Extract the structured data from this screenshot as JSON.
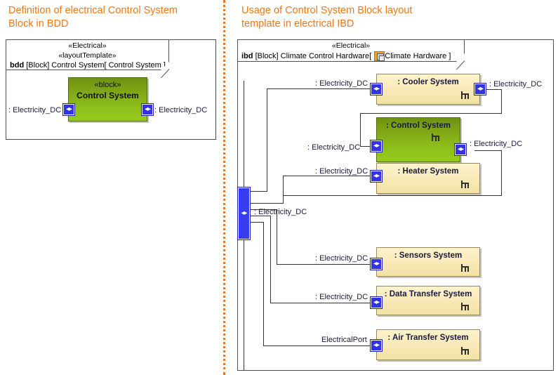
{
  "panels": {
    "left": {
      "title": "Definition of electrical Control System\nBlock in BDD",
      "frame": {
        "stereotype1": "«Electrical»",
        "stereotype2": "«layoutTemplate»",
        "kind": "bdd",
        "type": "[Block] Control System",
        "name_bracket": "[ Control System ]"
      },
      "block": {
        "stereotype": "«block»",
        "name": "Control System",
        "left_port_label": ": Electricity_DC",
        "right_port_label": ": Electricity_DC",
        "port_icon": "bidirectional-port-icon",
        "fill_top": "#6f9212",
        "fill_bottom": "#95cb1c"
      }
    },
    "right": {
      "title": "Usage of Control System Block layout\ntemplate in electrical IBD",
      "frame": {
        "stereotype1": "«Electrical»",
        "kind": "ibd",
        "type": "[Block] Climate Control Hardware",
        "bracket_open": "[",
        "template_icon": "layout-template-icon",
        "template_name": "Climate Hardware",
        "bracket_close": "]"
      },
      "boundary_port": {
        "label": ": Electricity_DC",
        "icon": "bidirectional-port-icon"
      },
      "parts": [
        {
          "name": ": Cooler System",
          "left_port_label": ": Electricity_DC",
          "right_port_label": ": Electricity_DC",
          "has_right_port": true,
          "anchor": "layout-template-anchor-icon",
          "style": "cream"
        },
        {
          "name": ": Control System",
          "left_port_label": ": Electricity_DC",
          "right_port_label": ": Electricity_DC",
          "has_right_port": true,
          "anchor": "layout-template-anchor-icon",
          "style": "green"
        },
        {
          "name": ": Heater System",
          "left_port_label": ": Electricity_DC",
          "right_port_label": "",
          "has_right_port": false,
          "anchor": "layout-template-anchor-icon",
          "style": "cream"
        },
        {
          "name": ": Sensors System",
          "left_port_label": ": Electricity_DC",
          "right_port_label": "",
          "has_right_port": false,
          "anchor": "layout-template-anchor-icon",
          "style": "cream"
        },
        {
          "name": ": Data Transfer System",
          "left_port_label": ": Electricity_DC",
          "right_port_label": "",
          "has_right_port": false,
          "anchor": "layout-template-anchor-icon",
          "style": "cream"
        },
        {
          "name": ": Air Transfer System",
          "left_port_label": "ElectricalPort",
          "right_port_label": "",
          "has_right_port": false,
          "anchor": "layout-template-anchor-icon",
          "style": "cream"
        }
      ]
    }
  },
  "glyphs": {
    "port_arrows": "◂▸",
    "accent_color": "#F07818",
    "port_color": "#3333e6",
    "cream_fill": "#f7e9b6",
    "green_fill": "#8fc01b"
  }
}
